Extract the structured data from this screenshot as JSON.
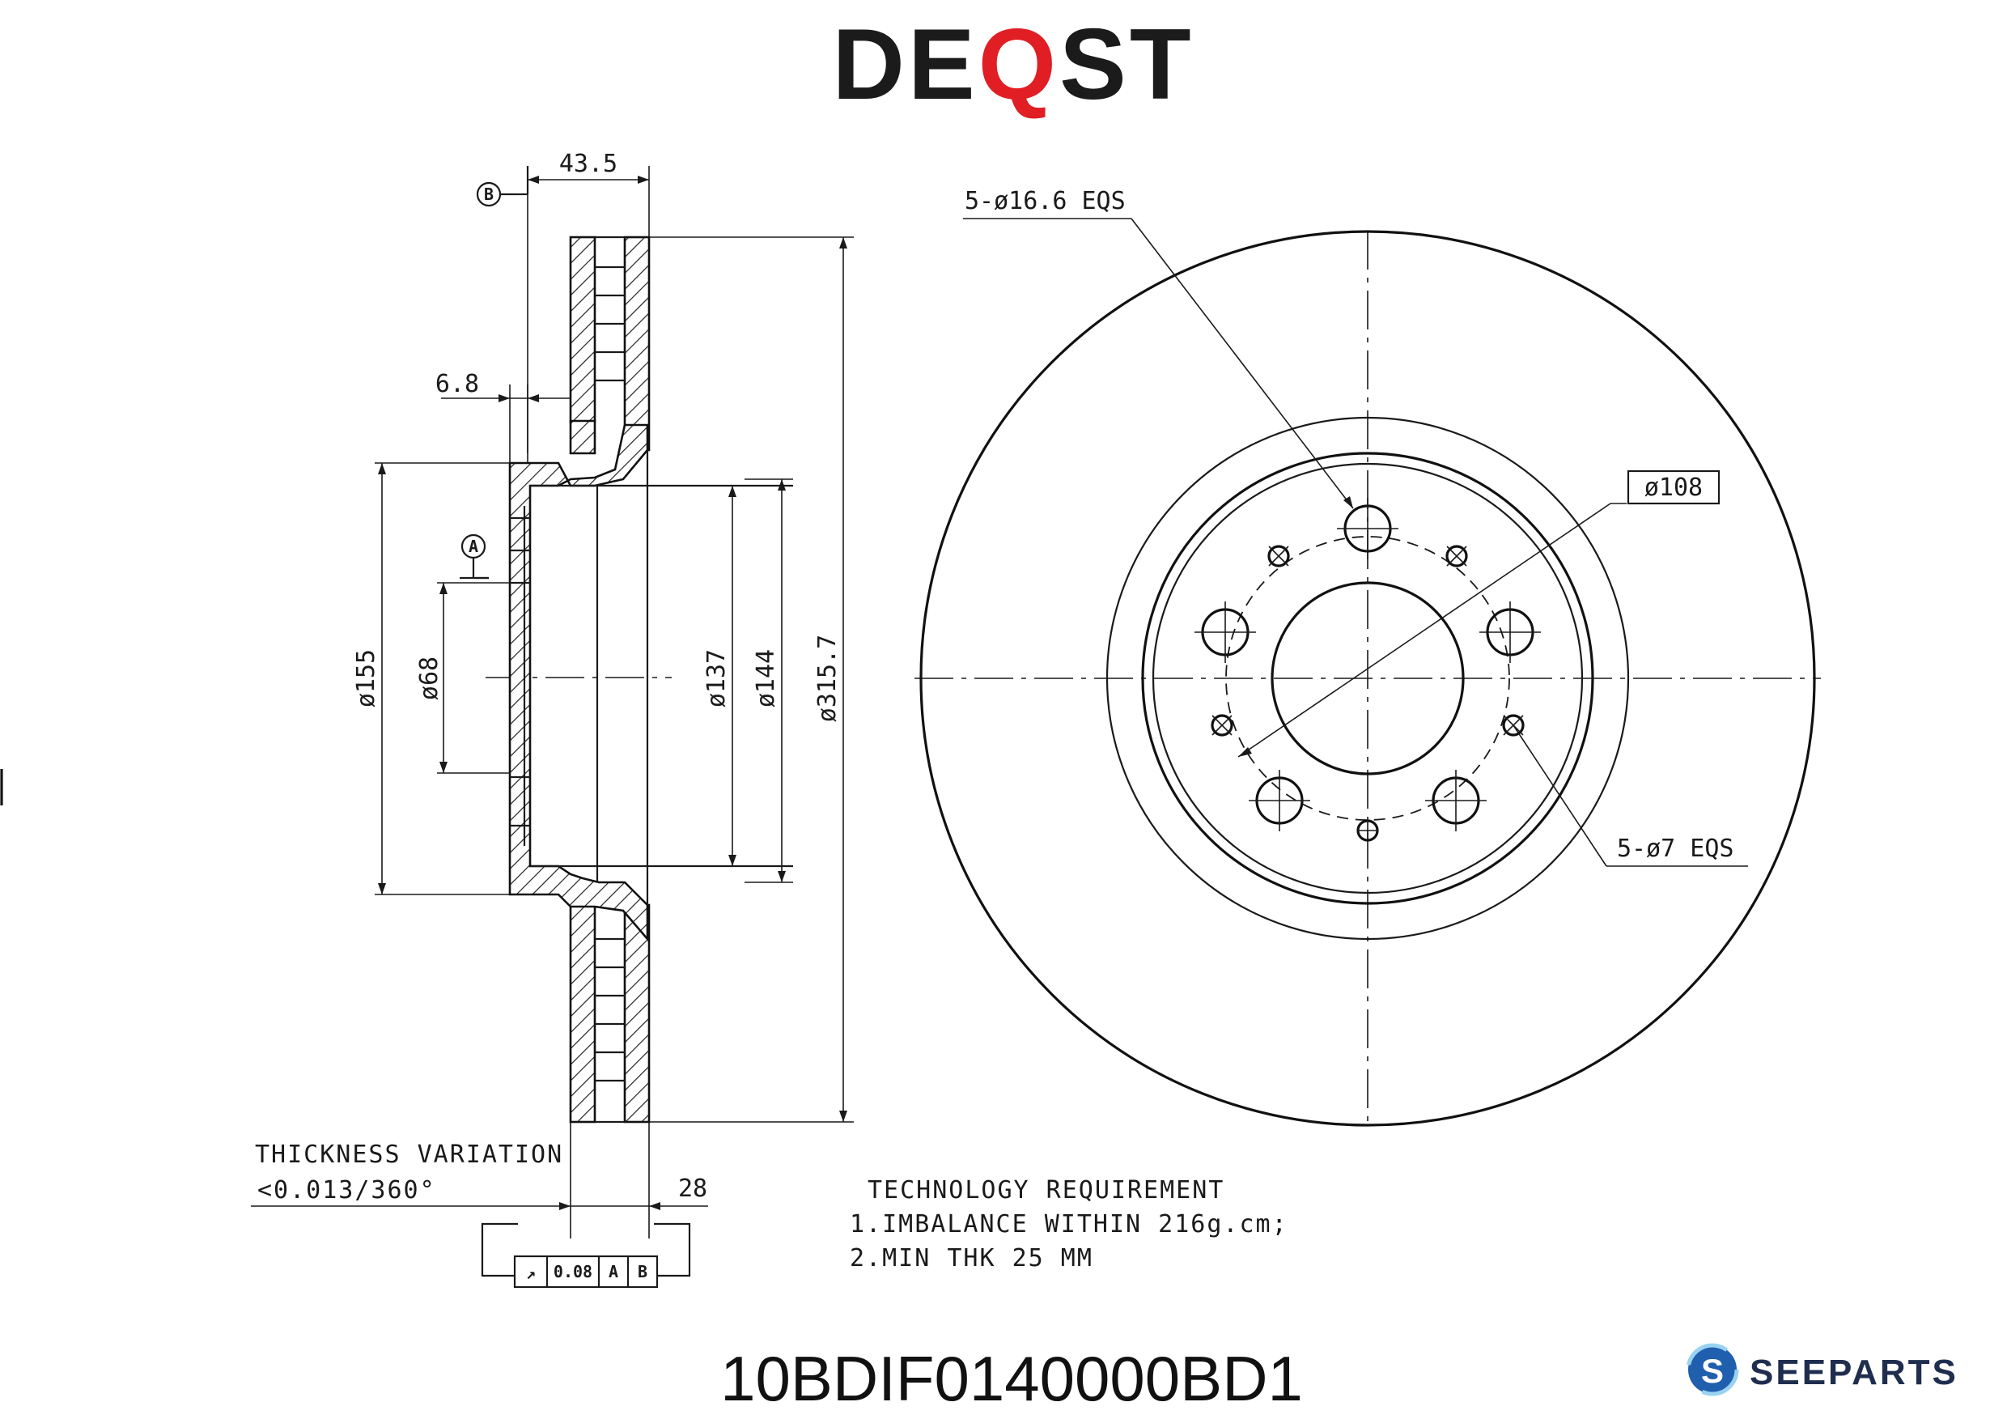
{
  "brand": {
    "text_left": "DE",
    "text_q": "Q",
    "text_right": "ST",
    "accent_color": "#e01e24"
  },
  "part_number": "10BDIF0140000BD1",
  "footer_logo": {
    "text": "SEEPARTS",
    "icon": "seeparts-s-icon",
    "color": "#1f5fae"
  },
  "datums": {
    "a": "A",
    "b": "B"
  },
  "dimensions": {
    "overall_height": "43.5",
    "hat_offset": "6.8",
    "hub_diameter": "ø155",
    "center_bore": "ø68",
    "hat_inner": "ø137",
    "hat_outer": "ø144",
    "disc_diameter": "ø315.7",
    "disc_thickness": "28",
    "bolt_circle": "ø108",
    "bolt_holes": "5-ø16.6 EQS",
    "small_holes": "5-ø7 EQS"
  },
  "thickness_variation": {
    "label": "THICKNESS VARIATION",
    "value": "<0.013/360°"
  },
  "runout_frame": {
    "symbol": "↗",
    "tolerance": "0.08",
    "datum1": "A",
    "datum2": "B"
  },
  "technology": {
    "title": "TECHNOLOGY REQUIREMENT",
    "line1": "1.IMBALANCE WITHIN 216g.cm;",
    "line2": "2.MIN THK 25 MM"
  }
}
